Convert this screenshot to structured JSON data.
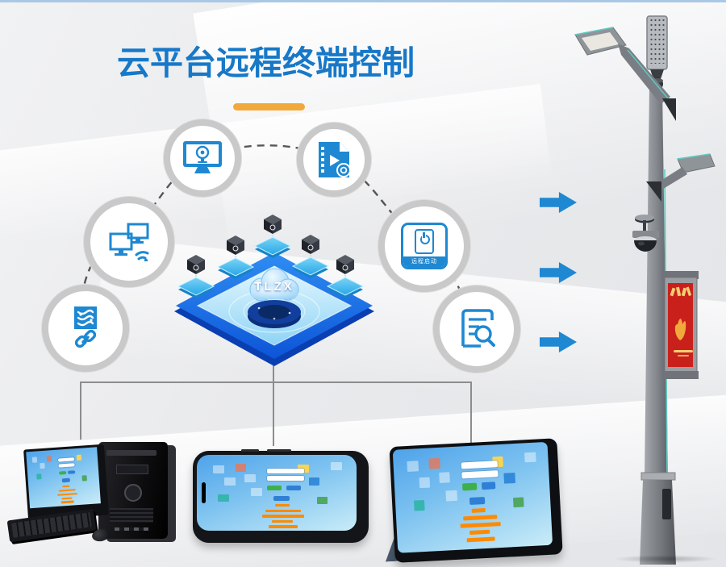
{
  "header": {
    "title": "云平台远程终端控制"
  },
  "hub": {
    "platform_label": "TLZX"
  },
  "features": {
    "remote_start_label": "远程启动",
    "items": [
      {
        "id": "screen-monitoring",
        "icon": "monitor-webcam-icon"
      },
      {
        "id": "media-playback",
        "icon": "video-file-icon"
      },
      {
        "id": "remote-start",
        "icon": "power-device-icon",
        "label": "远程启动"
      },
      {
        "id": "terminal-network",
        "icon": "network-monitors-icon"
      },
      {
        "id": "data-link",
        "icon": "flow-link-icon"
      },
      {
        "id": "log-query",
        "icon": "document-search-icon"
      }
    ]
  },
  "devices": [
    {
      "id": "desktop-computer"
    },
    {
      "id": "smartphone"
    },
    {
      "id": "tablet"
    }
  ],
  "pole": {
    "id": "smart-light-pole",
    "parts": [
      "led-matrix-lamp",
      "main-arm-lamp",
      "secondary-arm-lamp",
      "dome-camera",
      "led-banner-screen"
    ]
  },
  "colors": {
    "accent_blue": "#1e88d2",
    "title_blue": "#1778c8",
    "underline_orange": "#f2a93b",
    "platform_blue": "#0d55d8",
    "banner_red": "#c9201c"
  }
}
